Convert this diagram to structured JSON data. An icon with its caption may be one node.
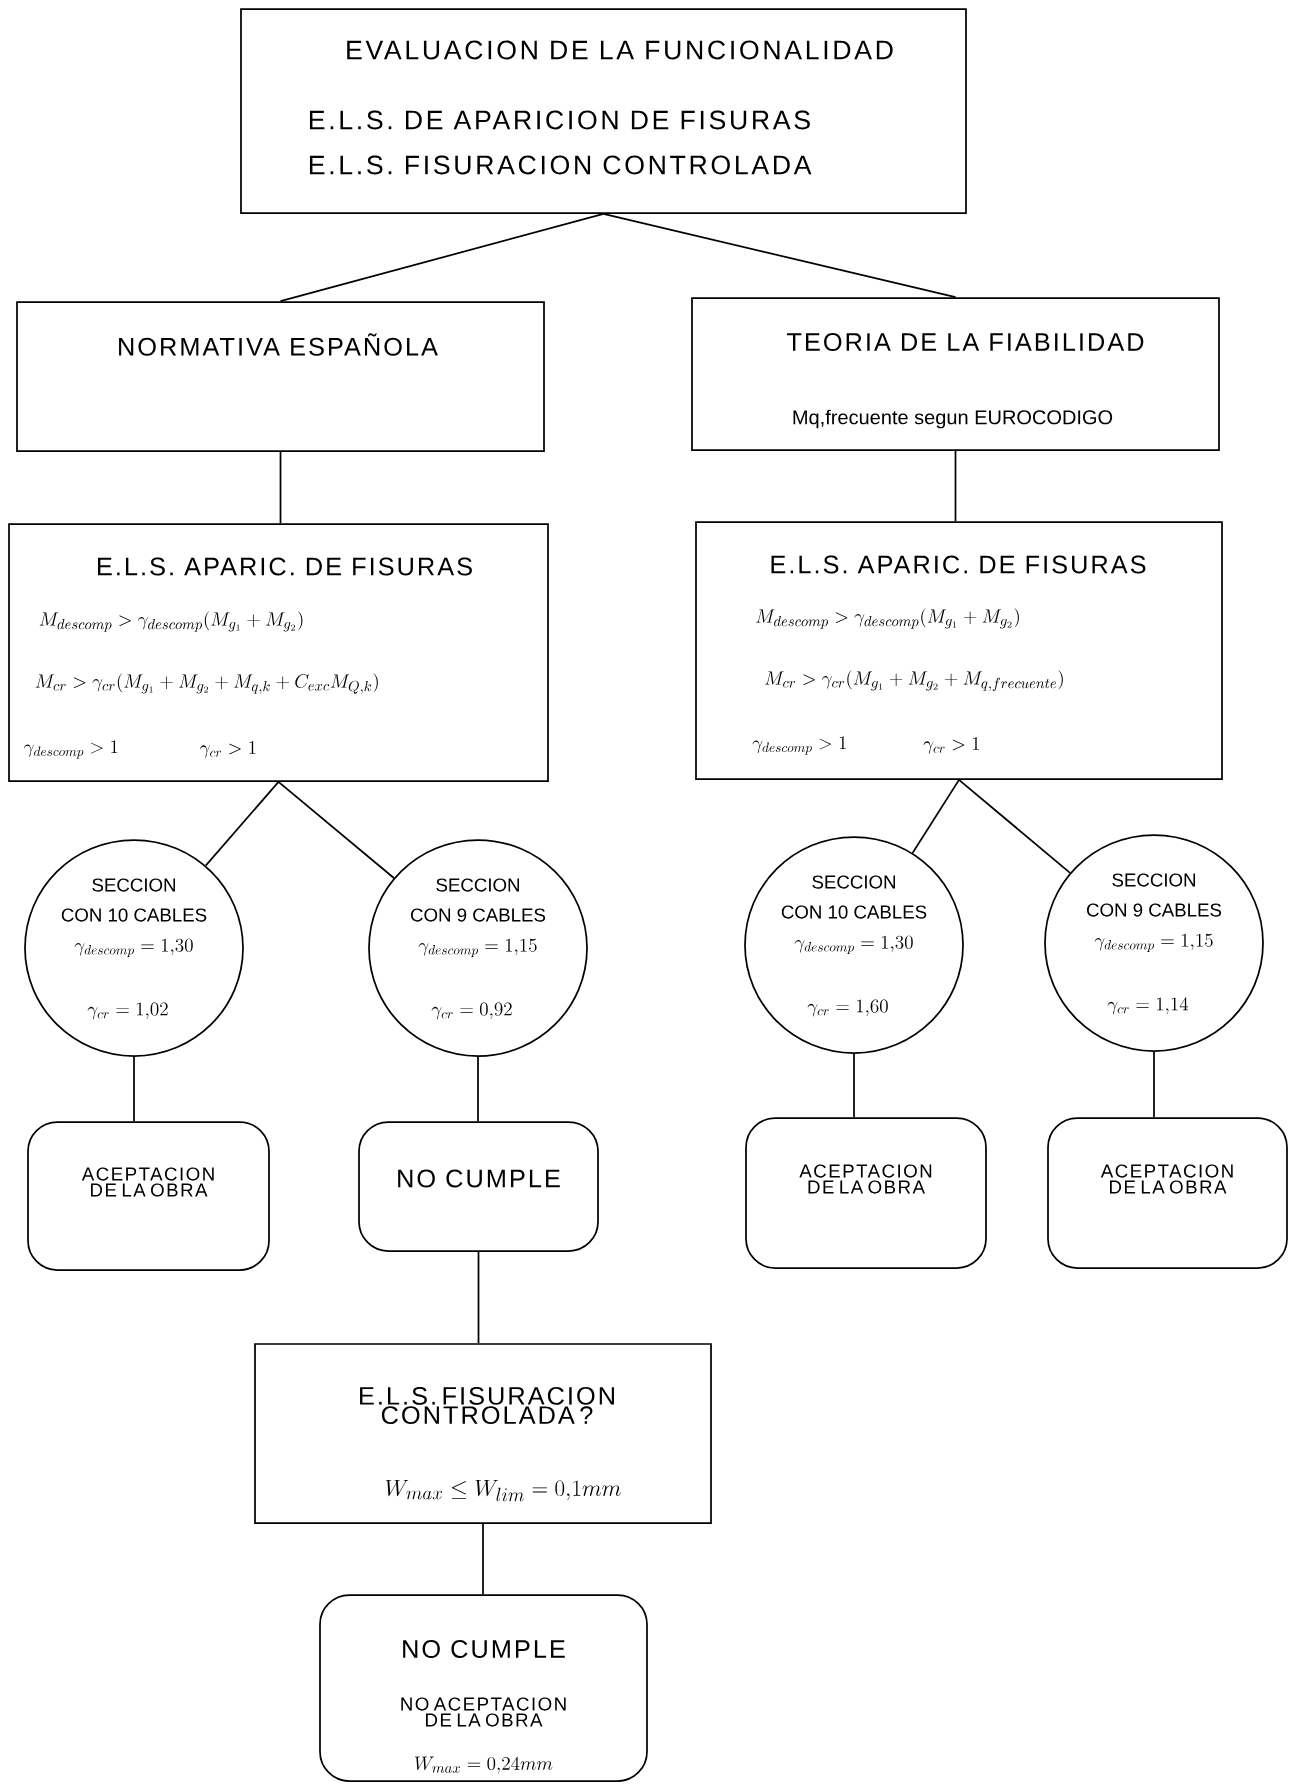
{
  "diagram": {
    "nodes": [
      {
        "text": [
          "EVALUACION DE LA FUNCIONALIDAD",
          "E.L.S. DE APARICION DE FISURAS",
          "E.L.S. FISURACION CONTROLADA"
        ]
      },
      {
        "text": [
          "NORMATIVA ESPAÑOLA"
        ]
      },
      {
        "text": [
          "TEORIA DE LA FIABILIDAD",
          "Mq,frecuente segun EUROCODIGO"
        ]
      },
      {
        "text": [
          "E.L.S. APARIC. DE FISURAS",
          "M_{descomp} > \\gamma_{descomp}(M_{g_1} + M_{g_2})",
          "M_{cr} > \\gamma_{cr}(M_{g_1} + M_{g_2} + M_{q,k} + C_{exc} M_{Q,k})",
          "\\gamma_{descomp} > 1",
          "\\gamma_{cr} > 1"
        ]
      },
      {
        "text": [
          "E.L.S. APARIC. DE FISURAS",
          "M_{descomp} > \\gamma_{descomp}(M_{g_1} + M_{g_2})",
          "M_{cr} > \\gamma_{cr}(M_{g_1} + M_{g_2} + M_{q,frecuente})",
          "\\gamma_{descomp} > 1",
          "\\gamma_{cr} > 1"
        ]
      },
      {
        "text": [
          "SECCION",
          "CON 10 CABLES",
          "\\gamma_{descomp} = 1{,}30",
          "\\gamma_{cr} = 1{,}02"
        ]
      },
      {
        "text": [
          "SECCION",
          "CON 9 CABLES",
          "\\gamma_{descomp} = 1{,}15",
          "\\gamma_{cr} = 0{,}92"
        ]
      },
      {
        "text": [
          "SECCION",
          "CON 10 CABLES",
          "\\gamma_{descomp} = 1{,}30",
          "\\gamma_{cr} = 1{,}60"
        ]
      },
      {
        "text": [
          "SECCION",
          "CON 9 CABLES",
          "\\gamma_{descomp} = 1{,}15",
          "\\gamma_{cr} = 1{,}14"
        ]
      },
      {
        "text": [
          "ACEPTACION DE LA OBRA"
        ]
      },
      {
        "text": [
          "NO CUMPLE"
        ]
      },
      {
        "text": [
          "ACEPTACION DE LA OBRA"
        ]
      },
      {
        "text": [
          "ACEPTACION DE LA OBRA"
        ]
      },
      {
        "text": [
          "E.L.S. FISURACION CONTROLADA ?",
          "W_{max} \\leq W_{lim} = 0{,}1mm"
        ]
      },
      {
        "text": [
          "NO CUMPLE",
          "NO ACEPTACION DE LA OBRA",
          "W_{max} = 0{,}24mm"
        ]
      }
    ],
    "edges": [
      {
        "from": 0,
        "to": 1,
        "arrow": "none"
      },
      {
        "from": 0,
        "to": 2,
        "arrow": "none"
      },
      {
        "from": 1,
        "to": 3,
        "arrow": "none"
      },
      {
        "from": 2,
        "to": 4,
        "arrow": "none"
      },
      {
        "from": 3,
        "to": 5,
        "arrow": "none"
      },
      {
        "from": 3,
        "to": 6,
        "arrow": "none"
      },
      {
        "from": 4,
        "to": 7,
        "arrow": "none"
      },
      {
        "from": 4,
        "to": 8,
        "arrow": "none"
      },
      {
        "from": 5,
        "to": 9,
        "arrow": "none"
      },
      {
        "from": 6,
        "to": 10,
        "arrow": "none"
      },
      {
        "from": 7,
        "to": 11,
        "arrow": "none"
      },
      {
        "from": 8,
        "to": 12,
        "arrow": "none"
      },
      {
        "from": 10,
        "to": 13,
        "arrow": "none"
      },
      {
        "from": 13,
        "to": 14,
        "arrow": "none"
      }
    ]
  }
}
